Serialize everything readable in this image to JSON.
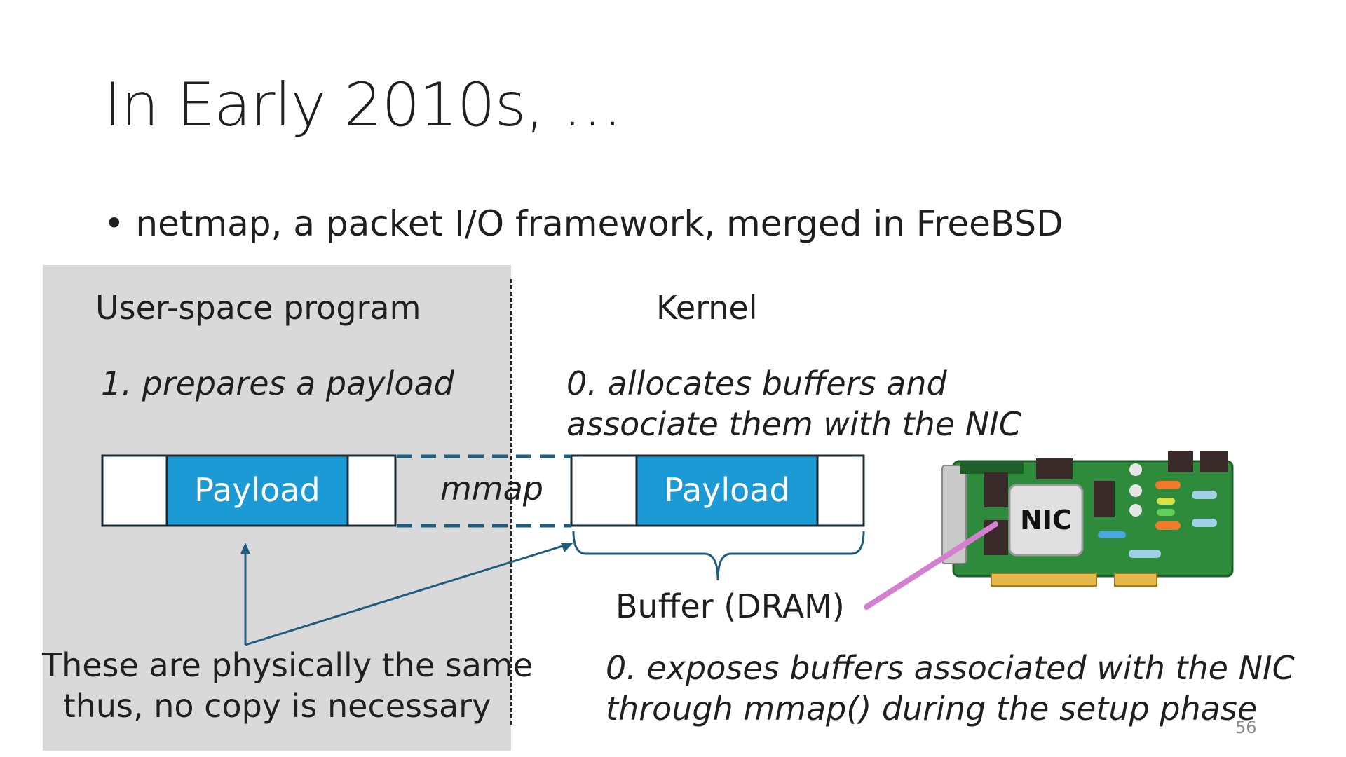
{
  "slide": {
    "title": "In Early 2010s, …",
    "bullet": "netmap, a packet I/O framework, merged in FreeBSD",
    "page_number": "56"
  },
  "diagram": {
    "user_space_label": "User-space program",
    "kernel_label": "Kernel",
    "step_user": "1. prepares a payload",
    "step_kernel_line1": "0. allocates buffers and",
    "step_kernel_line2": "associate them with the NIC",
    "payload_user": "Payload",
    "payload_kernel": "Payload",
    "mmap_label": "mmap",
    "buffer_label": "Buffer (DRAM)",
    "nic_label": "NIC",
    "caption_line1": "These are physically the same",
    "caption_line2": "thus, no copy is necessary",
    "expose_line1": "0. exposes buffers associated with the NIC",
    "expose_line2": "through mmap() during the setup phase",
    "colors": {
      "payload_fill": "#1c9ad6",
      "connector_blue": "#1f5d7f",
      "panel_gray": "#d9d9d9",
      "pointer_pink": "#d57fd0",
      "nic_board_green": "#2e8b3c"
    }
  }
}
